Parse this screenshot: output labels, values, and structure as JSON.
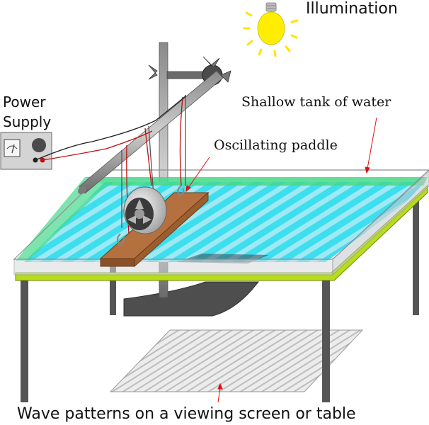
{
  "labels": {
    "illumination": "Illumination",
    "power_supply_line1": "Power",
    "power_supply_line2": "Supply",
    "tank": "Shallow tank of water",
    "paddle": "Oscillating paddle",
    "screen": "Wave patterns on a viewing screen or table"
  },
  "colors": {
    "water": "#3fe0f0",
    "tank_rim_green": "#3cd67a",
    "table_top": "#b7dc1b",
    "paddle_wood": "#b5703f",
    "bulb_yellow": "#ffee00",
    "pointer_red": "#e01010",
    "stand_gray": "#5a5a5a"
  },
  "icons": [
    "light-bulb-icon",
    "voltmeter-icon",
    "motor-icon"
  ]
}
